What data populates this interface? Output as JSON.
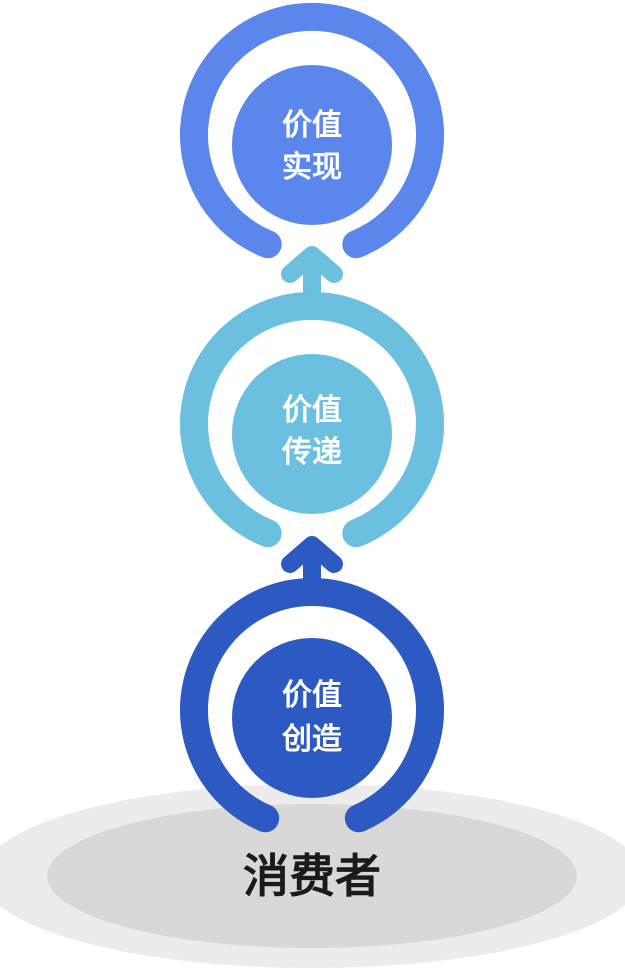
{
  "colors": {
    "top": "#5b86ec",
    "middle": "#6bbfdf",
    "bottom": "#2c5ac2",
    "platform_outer": "#ececec",
    "platform_inner": "#d8d8d8",
    "text_light": "#ffffff",
    "text_dark": "#1a1a1a"
  },
  "nodes": [
    {
      "id": "top",
      "line1": "价值",
      "line2": "实现"
    },
    {
      "id": "middle",
      "line1": "价值",
      "line2": "传递"
    },
    {
      "id": "bottom",
      "line1": "价值",
      "line2": "创造"
    }
  ],
  "base": {
    "label": "消费者"
  }
}
